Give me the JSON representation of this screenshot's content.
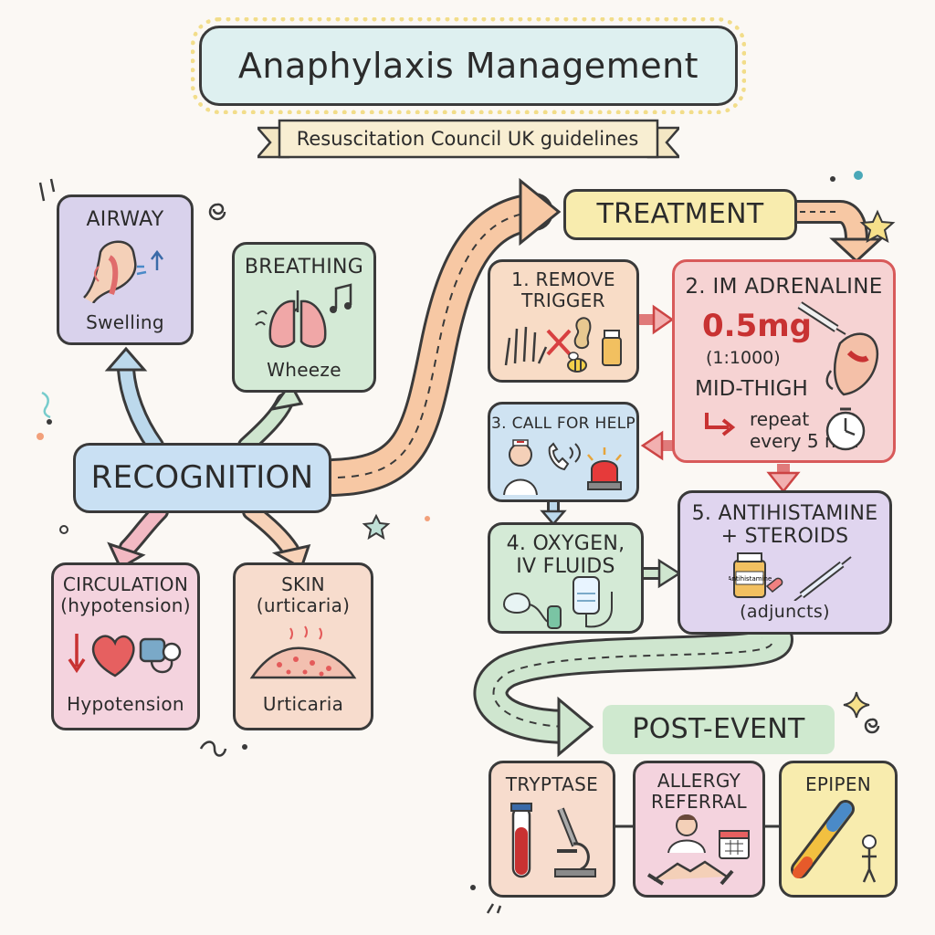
{
  "header": {
    "title": "Anaphylaxis Management",
    "subtitle": "Resuscitation Council UK guidelines"
  },
  "recognition": {
    "label": "RECOGNITION",
    "airway": {
      "title": "AIRWAY",
      "caption": "Swelling"
    },
    "breathing": {
      "title": "BREATHING",
      "caption": "Wheeze"
    },
    "circulation": {
      "title": "CIRCULATION",
      "subtitle": "(hypotension)",
      "caption": "Hypotension"
    },
    "skin": {
      "title": "SKIN",
      "subtitle": "(urticaria)",
      "caption": "Urticaria"
    }
  },
  "treatment": {
    "label": "TREATMENT",
    "remove_trigger": {
      "line1": "1. REMOVE",
      "line2": "TRIGGER"
    },
    "adrenaline": {
      "title": "2. IM ADRENALINE",
      "dose": "0.5mg",
      "ratio": "(1:1000)",
      "site": "MID-THIGH",
      "repeat_line1": "repeat",
      "repeat_line2": "every 5 min"
    },
    "call_help": {
      "label": "3. CALL FOR HELP"
    },
    "oxygen": {
      "line1": "4. OXYGEN,",
      "line2": "IV FLUIDS"
    },
    "antihistamine": {
      "line1": "5. ANTIHISTAMINE",
      "line2": "+ STEROIDS",
      "bottle_label": "Antihistamine",
      "note": "(adjuncts)"
    }
  },
  "post_event": {
    "label": "POST-EVENT",
    "tryptase": {
      "label": "TRYPTASE"
    },
    "allergy_referral": {
      "line1": "ALLERGY",
      "line2": "REFERRAL"
    },
    "epipen": {
      "label": "EPIPEN"
    }
  },
  "colors": {
    "background": "#fbf8f4",
    "outline": "#3a3a3a",
    "airway_fill": "#d9d2ec",
    "breathing_fill": "#d4ead6",
    "recognition_fill": "#c9e0f3",
    "circulation_fill": "#f4d3de",
    "skin_fill": "#f7dccd",
    "treatment_fill": "#f8ecae",
    "adrenaline_fill": "#f6d3d3",
    "adrenaline_border": "#d85a5a",
    "antihistamine_fill": "#e0d5ef",
    "post_event_fill": "#cfe9cf",
    "peach_arrow": "#f7c8a4",
    "green_arrow": "#cfe6cf",
    "blue_arrow": "#bcd9ec",
    "pink_arrow": "#f2b9c3",
    "dose_red": "#c83232"
  },
  "icons": [
    "throat-icon",
    "lungs-icon",
    "music-note-icon",
    "heart-icon",
    "blood-pressure-cuff-icon",
    "rash-icon",
    "hand-icon",
    "peanut-icon",
    "bee-icon",
    "pill-bottle-icon",
    "syringe-icon",
    "thigh-icon",
    "timer-icon",
    "nurse-icon",
    "phone-icon",
    "siren-icon",
    "oxygen-mask-icon",
    "iv-bag-icon",
    "test-tube-icon",
    "microscope-icon",
    "doctor-icon",
    "handshake-icon",
    "calendar-icon",
    "autoinjector-icon",
    "person-icon",
    "star-icon",
    "sparkle-icon",
    "swirl-icon"
  ]
}
